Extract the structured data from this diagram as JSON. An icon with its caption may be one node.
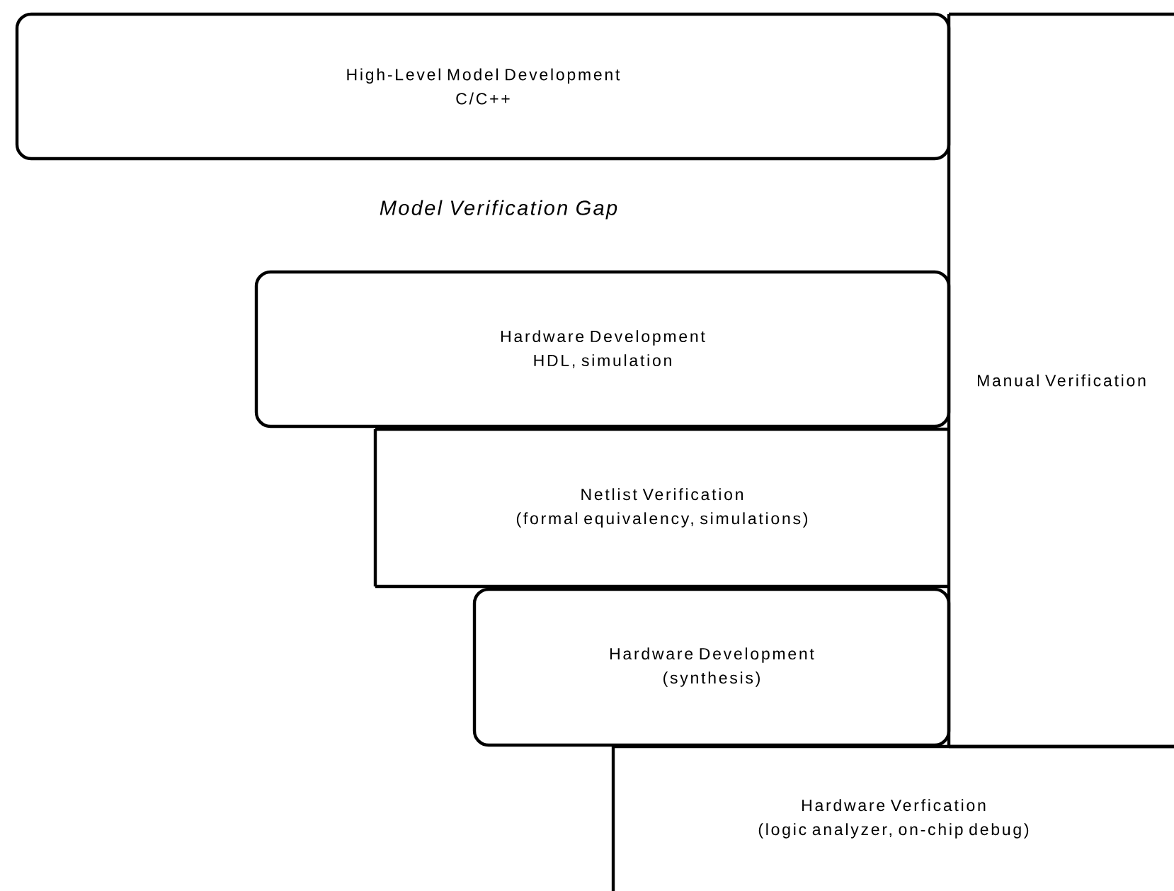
{
  "diagram": {
    "nodes": [
      {
        "text": [
          "High-Level Model Development",
          "C/C++"
        ]
      },
      {
        "text": [
          "Hardware Development",
          "HDL, simulation"
        ]
      },
      {
        "text": [
          "Netlist Verification",
          "(formal equivalency, simulations)"
        ]
      },
      {
        "text": [
          "Hardware Development",
          "(synthesis)"
        ]
      },
      {
        "text": [
          "Manual Verification"
        ]
      },
      {
        "text": [
          "Hardware Verfication",
          "(logic analyzer, on-chip debug)"
        ]
      }
    ],
    "edges": [],
    "labels": [
      "Model Verification Gap"
    ]
  }
}
